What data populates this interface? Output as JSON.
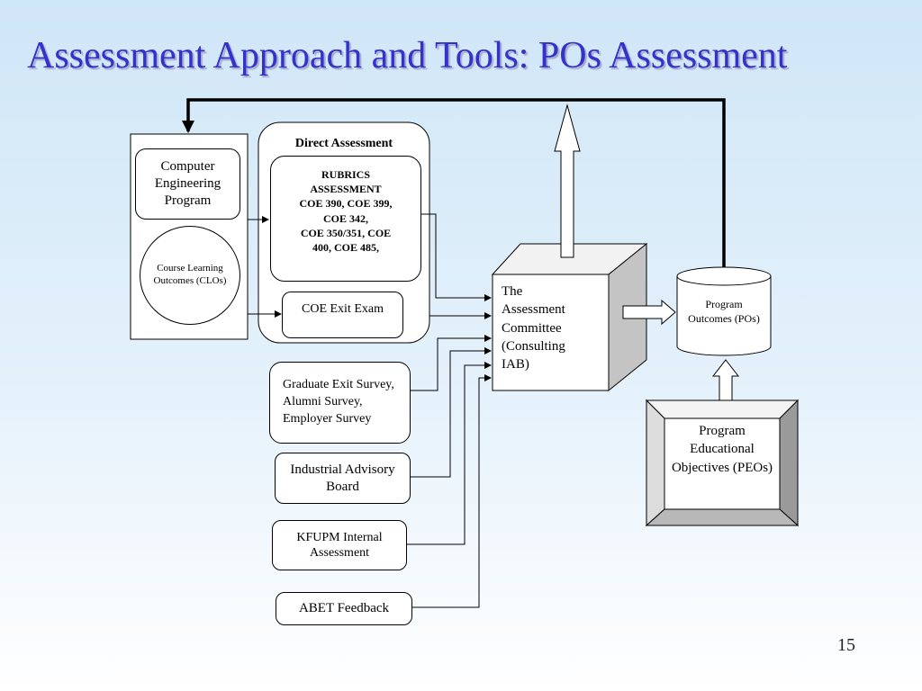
{
  "slide": {
    "title": "Assessment Approach and Tools: POs Assessment",
    "page_number": "15"
  },
  "diagram": {
    "computer_engineering_program": "Computer Engineering Program",
    "course_learning_outcomes": "Course Learning Outcomes (CLOs)",
    "direct_assessment_title": "Direct Assessment",
    "rubrics_title": "RUBRICS ASSESSMENT",
    "rubrics_line1": "COE 390, COE 399,",
    "rubrics_line2": "COE 342,",
    "rubrics_line3": "COE 350/351, COE",
    "rubrics_line4": "400, COE 485,",
    "coe_exit_exam": "COE Exit Exam",
    "graduate_surveys": "Graduate Exit Survey, Alumni Survey, Employer Survey",
    "industrial_advisory_board": "Industrial Advisory Board",
    "kfupm_internal_assessment": "KFUPM Internal Assessment",
    "abet_feedback": "ABET Feedback",
    "assessment_committee": "The Assessment Committee (Consulting IAB)",
    "program_outcomes": "Program Outcomes (POs)",
    "program_educational_objectives": "Program Educational Objectives (PEOs)"
  }
}
